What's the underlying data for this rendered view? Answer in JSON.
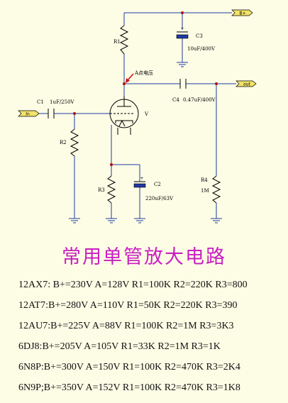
{
  "schematic": {
    "ports": {
      "input": "In",
      "b_plus": "B+",
      "output": "out"
    },
    "components": {
      "r1": "R1",
      "r2": "R2",
      "r3": "R3",
      "r4": "R4",
      "r4_value": "1M",
      "c1": "C1",
      "c1_value": "1uF/250V",
      "c2": "C2",
      "c2_value": "220uF/63V",
      "c3": "C3",
      "c3_value": "10uF/400V",
      "c4": "C4",
      "c4_value": "0.47uF/400V",
      "tube": "V",
      "point_a": "A点电压"
    }
  },
  "title": "常用单管放大电路",
  "specs": [
    "12AX7: B+=230V  A=128V   R1=100K  R2=220K  R3=800",
    "12AT7:B+=280V  A=110V  R1=50K   R2=220K  R3=390",
    "12AU7:B+=225V  A=88V  R1=100K   R2=1M  R3=3K3",
    "6DJ8:B+=205V  A=105V  R1=33K  R2=1M  R3=1K",
    "6N8P:B+=300V  A=150V  R1=100K   R2=470K  R3=2K4",
    "6N9P;B+=350V  A=152V  R1=100K   R2=470K  R3=1K8"
  ],
  "colors": {
    "title": "#c81fc0",
    "wire": "#1e3aa0",
    "port_fill": "#f2e36a",
    "junction": "#b01010",
    "background": "#fdfde6"
  }
}
